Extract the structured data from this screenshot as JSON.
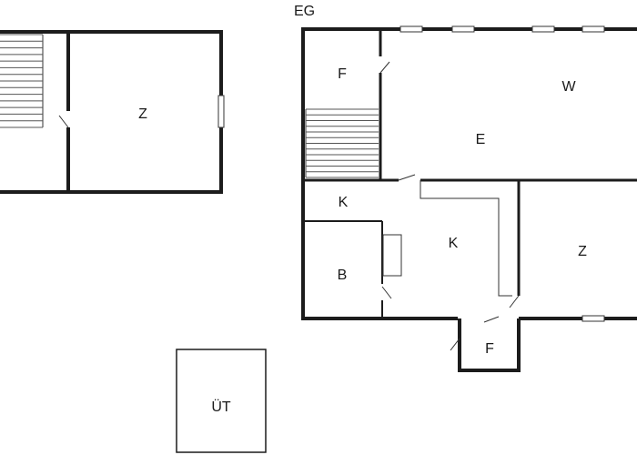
{
  "floor_label": "EG",
  "upper_floor": {
    "room_z": "Z"
  },
  "ground_floor": {
    "room_f_top": "F",
    "room_w": "W",
    "room_e": "E",
    "room_k_small": "K",
    "room_k": "K",
    "room_z": "Z",
    "room_b": "B",
    "room_f_bottom": "F"
  },
  "outbuilding": {
    "label": "ÜT"
  },
  "colors": {
    "wall": "#1c1c1c",
    "background": "#ffffff"
  }
}
